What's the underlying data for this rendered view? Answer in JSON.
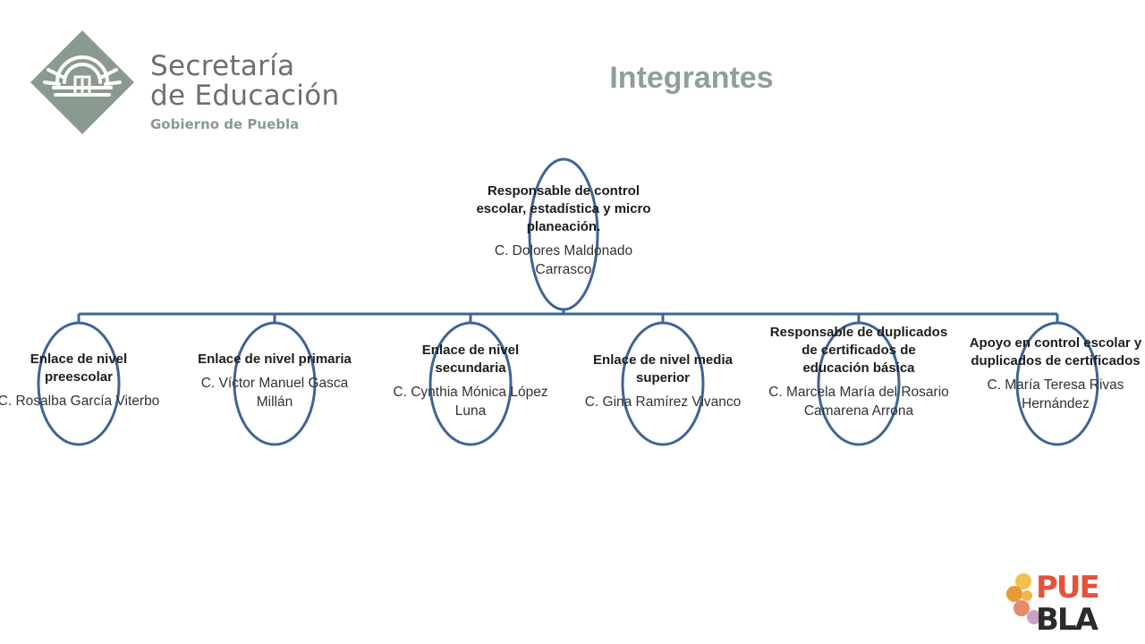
{
  "header": {
    "logo": {
      "line1": "Secretaría",
      "line2": "de Educación",
      "subtitle": "Gobierno de Puebla"
    },
    "title": "Integrantes"
  },
  "org_chart": {
    "root": {
      "role": "Responsable de control escolar, estadística y micro planeación.",
      "name": "C. Dolores Maldonado Carrasco"
    },
    "children": [
      {
        "role": "Enlace de nivel preescolar",
        "name": "C. Rosalba García Viterbo"
      },
      {
        "role": "Enlace de nivel primaria",
        "name": "C. Víctor Manuel Gasca Millán"
      },
      {
        "role": "Enlace de nivel secundaria",
        "name": "C. Cynthia Mónica López Luna"
      },
      {
        "role": "Enlace de nivel media superior",
        "name": "C. Gina Ramírez Vivanco"
      },
      {
        "role": "Responsable de duplicados de certificados de educación básica",
        "name": "C. Marcela María del Rosario Camarena Arrona"
      },
      {
        "role": "Apoyo en control escolar y duplicados de certificados",
        "name": "C. María Teresa Rivas Hernández"
      }
    ]
  },
  "footer": {
    "logo": {
      "line1": "PUE",
      "line2": "BLA"
    }
  },
  "colors": {
    "connector": "#3e6496",
    "logo_green": "#8a9a8e",
    "title": "#8f9f97",
    "puebla_dark": "#2d2a2e",
    "puebla_petals": "#e9a93c"
  }
}
